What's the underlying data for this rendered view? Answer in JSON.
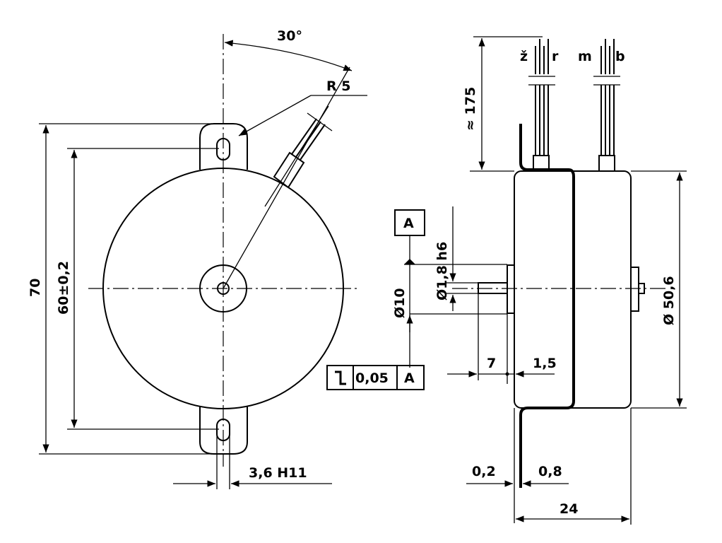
{
  "front_view": {
    "angle": "30°",
    "radius": "R 5",
    "height_overall": "70",
    "hole_spacing": "60±0,2",
    "hole_width": "3,6 H11"
  },
  "side_view": {
    "lead_length": "≈ 175",
    "wire_labels": [
      "ž",
      "r",
      "m",
      "b"
    ],
    "datum": "A",
    "shaft_diameter": "Ø1,8 h6",
    "boss_diameter": "Ø10",
    "tolerance_frame": {
      "symbol": "runout",
      "value": "0,05",
      "datum": "A"
    },
    "shaft_length": "7",
    "boss_length": "1,5",
    "body_diameter": "Ø 50,6",
    "bracket_gap": "0,2",
    "bracket_thickness": "0,8",
    "body_depth": "24"
  }
}
